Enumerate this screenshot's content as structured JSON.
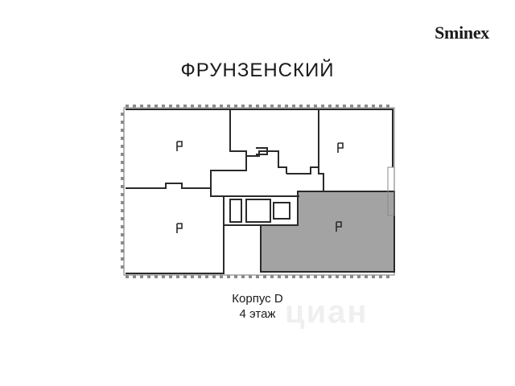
{
  "header": {
    "brand": "Sminex",
    "project_title": "ФРУНЗЕНСКИЙ"
  },
  "floor_plan": {
    "selected_unit_color": "#a3a3a3",
    "wall_color": "#2a2a2a",
    "window_color": "#8a8a8a"
  },
  "caption": {
    "building": "Корпус D",
    "floor": "4 этаж"
  },
  "watermark": "циан"
}
